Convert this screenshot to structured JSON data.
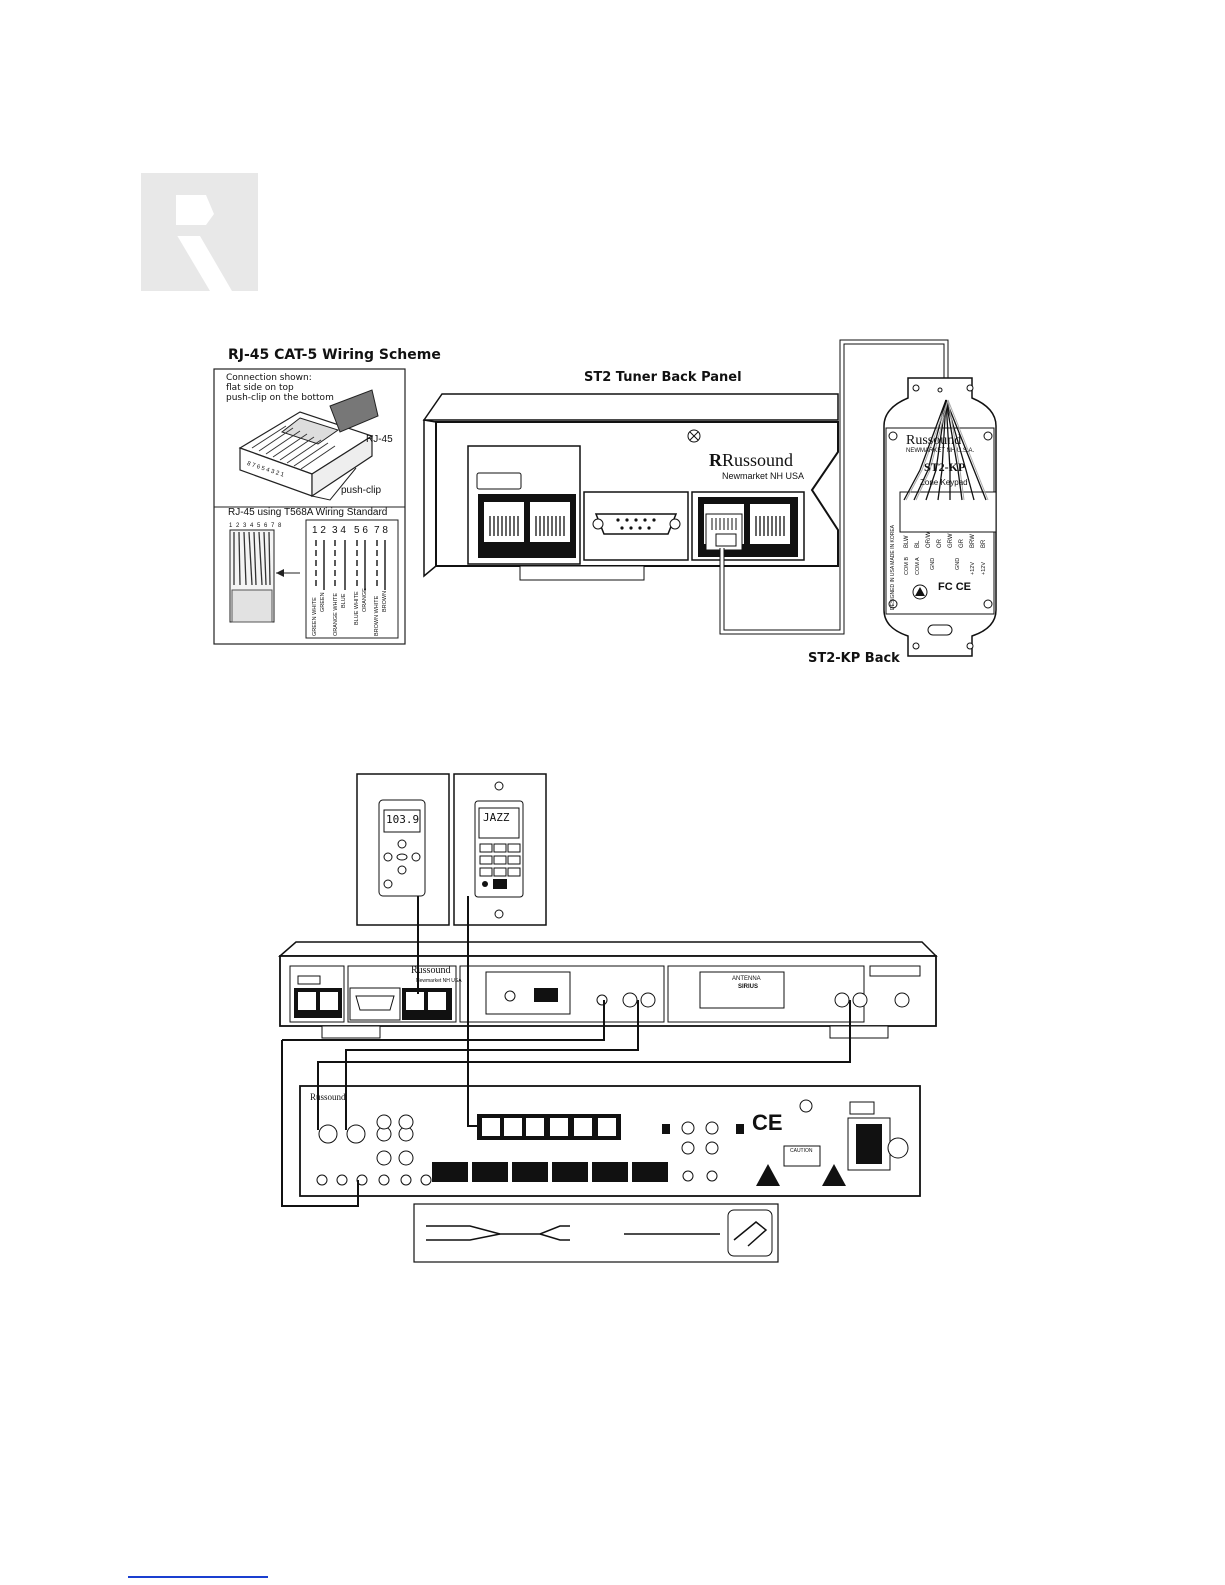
{
  "logo": {
    "name": "russound-r-logo"
  },
  "rj45_section": {
    "title": "RJ-45 CAT-5 Wiring Scheme",
    "connection_note": [
      "Connection shown:",
      "flat side on top",
      "push-clip on the bottom"
    ],
    "plug_label": "RJ-45",
    "pin_numbers_on_plug": "8 7 6 5 4 3 2 1",
    "clip_label": "push-clip",
    "standard_title": "RJ-45 using T568A  Wiring Standard",
    "cable_pin_numbers": "1 2 3 4 5 6 7 8",
    "pin_pairs": [
      "1 2",
      "3 4",
      "5 6",
      "7 8"
    ],
    "wire_colors": [
      "GREEN WHITE",
      "GREEN",
      "ORANGE WHITE",
      "BLUE",
      "BLUE WHITE",
      "ORANGE",
      "BROWN WHITE",
      "BROWN"
    ]
  },
  "tuner_panel": {
    "title": "ST2 Tuner Back Panel",
    "brand": "Russound",
    "brand_sub": "Newmarket NH USA"
  },
  "keypad_back": {
    "label": "ST2-KP Back",
    "brand": "Russound",
    "brand_sub": "NEWMARKET NH U.S.A.",
    "model": "ST2-KP",
    "model_sub": "Zone Keypad",
    "terminal_colors": [
      "BLW",
      "BL",
      "OR/W",
      "OR",
      "GRW",
      "GR",
      "BRW",
      "BR"
    ],
    "terminal_signals": [
      "COM B",
      "COM A",
      "GND",
      "GND",
      "+12V",
      "+12V"
    ],
    "origin_text": "DESIGNED IN USA   MADE IN KOREA",
    "cert": "FC CE"
  },
  "system_diagram": {
    "keypad_display": "103.9",
    "second_keypad_display": "JAZZ",
    "tuner_brand": "Russound",
    "tuner_brand_sub": "Newmarket NH USA",
    "antenna_label": "ANTENNA",
    "antenna_brand": "SIRIUS",
    "amp_brand": "Russound",
    "caution_label": "CAUTION",
    "cert_marks": "CE"
  }
}
